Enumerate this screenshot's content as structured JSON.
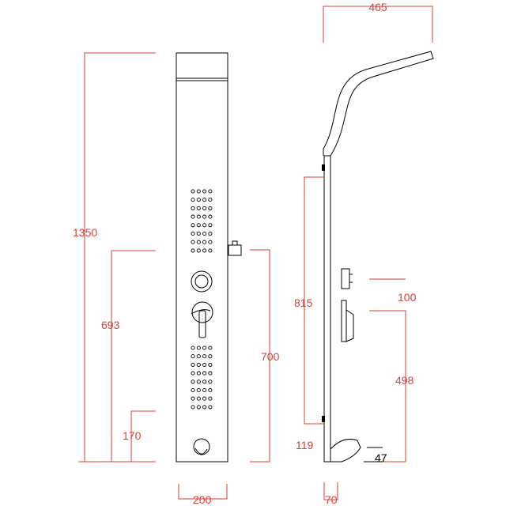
{
  "colors": {
    "dimension": "#d9413a",
    "outline": "#000000",
    "background": "#ffffff"
  },
  "front_view": {
    "dims": {
      "height_total": "1350",
      "height_693": "693",
      "height_700": "700",
      "height_170": "170",
      "width": "200"
    }
  },
  "side_view": {
    "dims": {
      "reach": "465",
      "height_815": "815",
      "height_100": "100",
      "height_498": "498",
      "height_119": "119",
      "depth": "70",
      "spout": "47"
    }
  }
}
